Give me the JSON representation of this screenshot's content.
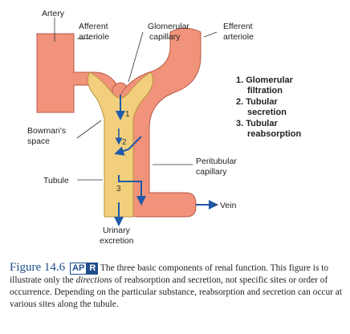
{
  "labels": {
    "artery": "Artery",
    "afferent_line1": "Afferent",
    "afferent_line2": "arteriole",
    "glomerular_line1": "Glomerular",
    "glomerular_line2": "capillary",
    "efferent_line1": "Efferent",
    "efferent_line2": "arteriole",
    "bowman_line1": "Bowman's",
    "bowman_line2": "space",
    "tubule": "Tubule",
    "peritubular_line1": "Peritubular",
    "peritubular_line2": "capillary",
    "vein": "Vein",
    "urinary_line1": "Urinary",
    "urinary_line2": "excretion"
  },
  "markers": {
    "one": "1",
    "two": "2",
    "three": "3"
  },
  "legend": {
    "item1_line1": "1. Glomerular",
    "item1_line2": "filtration",
    "item2_line1": "2. Tubular",
    "item2_line2": "secretion",
    "item3_line1": "3. Tubular",
    "item3_line2": "reabsorption"
  },
  "caption": {
    "figure_label": "Figure 14.6",
    "apr_a": "AP",
    "apr_r": "R",
    "text_part1": "The three basic components of renal function. This figure is to illustrate only the ",
    "text_emphasis": "directions",
    "text_part2": " of reabsorption and secretion, not specific sites or order of occurrence. Depending on the particular substance, reabsorption and secretion can occur at various sites along the tubule."
  },
  "colors": {
    "vessel_fill": "#f0937a",
    "vessel_stroke": "#b85a45",
    "tubule_fill": "#f2cf7c",
    "tubule_stroke": "#b8913e",
    "arrow_blue": "#1f5aa8",
    "caption_blue": "#1f4d8c"
  }
}
